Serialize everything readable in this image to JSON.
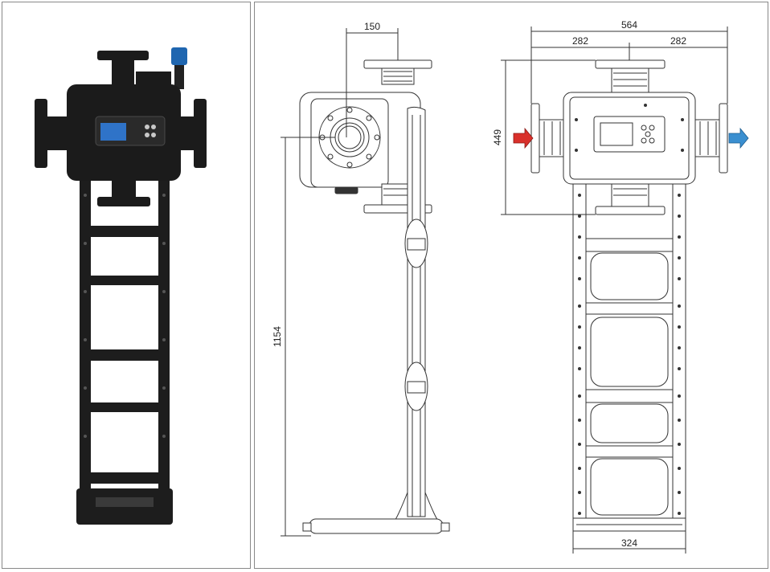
{
  "dimensions": {
    "width_top": "150",
    "overall_width": "564",
    "half_left": "282",
    "half_right": "282",
    "body_height": "449",
    "stand_height": "1154",
    "base_width": "324"
  },
  "colors": {
    "inlet_arrow": "#d9302b",
    "outlet_arrow": "#3a8fd0",
    "product_body": "#1b1b1b",
    "display_screen": "#2f73c8",
    "actuator_blue": "#1f66b0"
  }
}
